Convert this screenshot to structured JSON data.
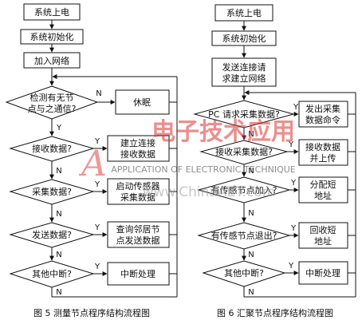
{
  "left": {
    "boxes": {
      "start": "系统上电",
      "init": "系统初始化",
      "join": "加入网络",
      "sleep": "休眠",
      "establish": [
        "建立连接",
        "接收数据"
      ],
      "start_sensor": [
        "启动传感器",
        "采集数据"
      ],
      "query": [
        "查询邻居节",
        "点发送数据"
      ],
      "isr": "中断处理"
    },
    "decisions": {
      "d1": [
        "检测有无节",
        "点与之通信?"
      ],
      "d2": "接收数据?",
      "d3": "采集数据?",
      "d4": "发送数据?",
      "d5": "其他中断?"
    },
    "caption": "图 5   测量节点程序结构流程图"
  },
  "right": {
    "boxes": {
      "start": "系统上电",
      "init": "系统初始化",
      "request": [
        "发送连接请",
        "求建立网络"
      ],
      "cmd": [
        "发出采集",
        "数据命令"
      ],
      "upload": [
        "接收数据",
        "并上传"
      ],
      "assign": [
        "分配短",
        "地址"
      ],
      "reclaim": [
        "回收短",
        "地址"
      ],
      "isr": "中断处理"
    },
    "decisions": {
      "d1": "PC 请求采集数据?",
      "d2": "接收采集数据?",
      "d3": "有传感节点加入?",
      "d4": "有传感节点退出?",
      "d5": "其他中断?"
    },
    "caption": "图 6   汇聚节点程序结构流程图"
  },
  "labels": {
    "yes": "Y",
    "no": "N"
  },
  "watermark": {
    "brand": "电子技术应用",
    "tagline": "APPLICATION OF ELECTRONIC TECHNIQUE",
    "url": "www.ChinaAET.com"
  }
}
